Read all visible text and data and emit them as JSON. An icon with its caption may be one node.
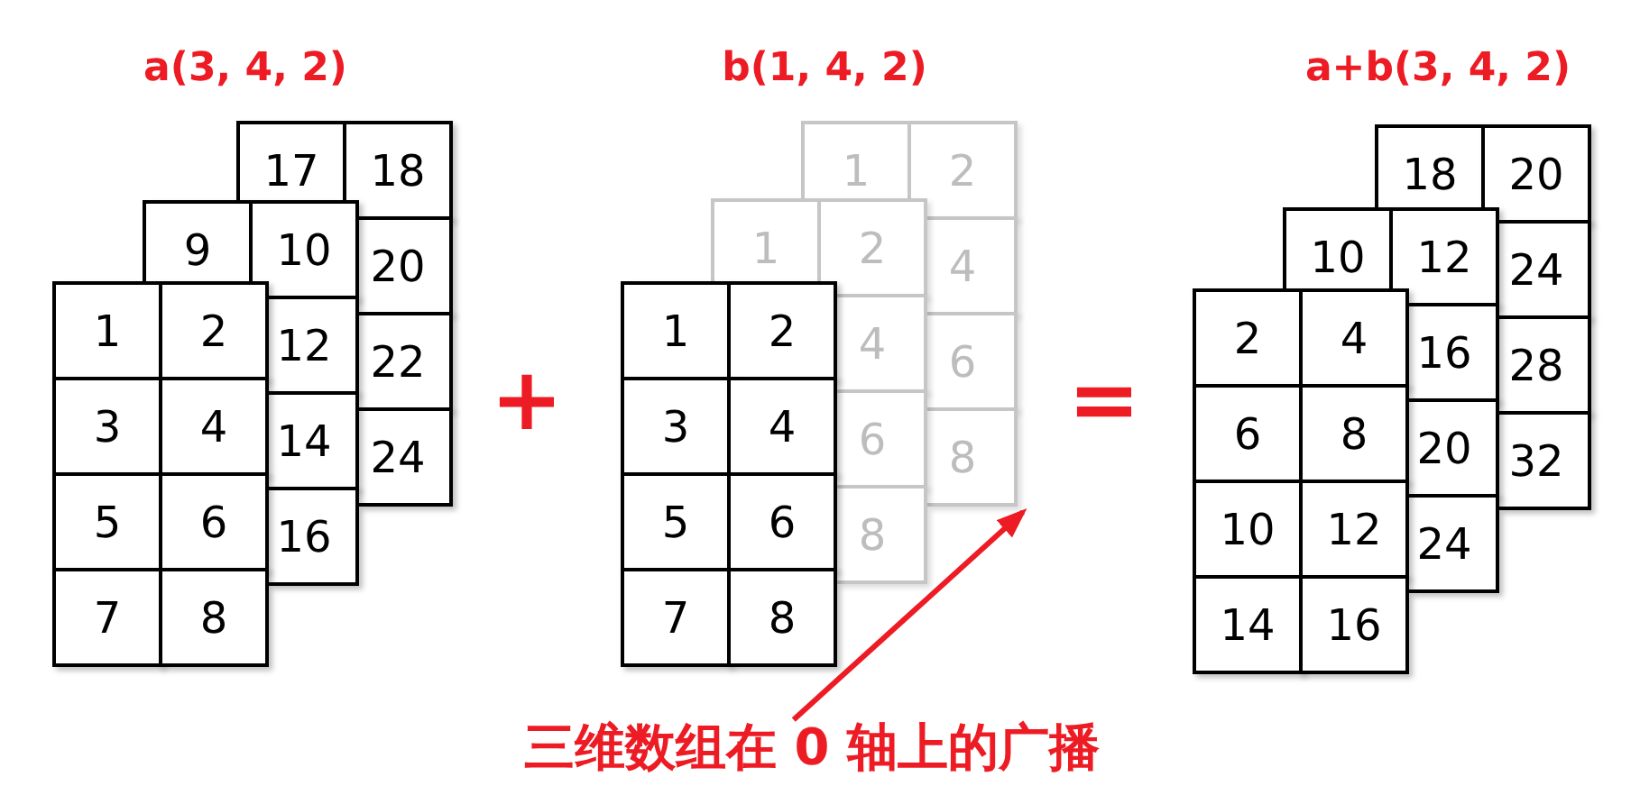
{
  "diagram": {
    "nodes": [
      {
        "text": [
          "17"
        ]
      },
      {
        "text": [
          "18"
        ]
      },
      {
        "text": [
          "20"
        ]
      },
      {
        "text": [
          "22"
        ]
      },
      {
        "text": [
          "24"
        ]
      },
      {
        "text": [
          "9"
        ]
      },
      {
        "text": [
          "10"
        ]
      },
      {
        "text": [
          "12"
        ]
      },
      {
        "text": [
          "14"
        ]
      },
      {
        "text": [
          "16"
        ]
      },
      {
        "text": [
          "1"
        ]
      },
      {
        "text": [
          "2"
        ]
      },
      {
        "text": [
          "3"
        ]
      },
      {
        "text": [
          "4"
        ]
      },
      {
        "text": [
          "5"
        ]
      },
      {
        "text": [
          "6"
        ]
      },
      {
        "text": [
          "7"
        ]
      },
      {
        "text": [
          "8"
        ]
      },
      {
        "text": [
          "1"
        ]
      },
      {
        "text": [
          "2"
        ]
      },
      {
        "text": [
          "4"
        ]
      },
      {
        "text": [
          "6"
        ]
      },
      {
        "text": [
          "8"
        ]
      },
      {
        "text": [
          "1"
        ]
      },
      {
        "text": [
          "2"
        ]
      },
      {
        "text": [
          "4"
        ]
      },
      {
        "text": [
          "6"
        ]
      },
      {
        "text": [
          "8"
        ]
      },
      {
        "text": [
          "1"
        ]
      },
      {
        "text": [
          "2"
        ]
      },
      {
        "text": [
          "3"
        ]
      },
      {
        "text": [
          "4"
        ]
      },
      {
        "text": [
          "5"
        ]
      },
      {
        "text": [
          "6"
        ]
      },
      {
        "text": [
          "7"
        ]
      },
      {
        "text": [
          "8"
        ]
      },
      {
        "text": [
          "18"
        ]
      },
      {
        "text": [
          "20"
        ]
      },
      {
        "text": [
          "24"
        ]
      },
      {
        "text": [
          "28"
        ]
      },
      {
        "text": [
          "32"
        ]
      },
      {
        "text": [
          "10"
        ]
      },
      {
        "text": [
          "12"
        ]
      },
      {
        "text": [
          "16"
        ]
      },
      {
        "text": [
          "20"
        ]
      },
      {
        "text": [
          "24"
        ]
      },
      {
        "text": [
          "2"
        ]
      },
      {
        "text": [
          "4"
        ]
      },
      {
        "text": [
          "6"
        ]
      },
      {
        "text": [
          "8"
        ]
      },
      {
        "text": [
          "10"
        ]
      },
      {
        "text": [
          "12"
        ]
      },
      {
        "text": [
          "14"
        ]
      },
      {
        "text": [
          "16"
        ]
      },
      {
        "text": [
          "三维数组在 0 轴上的广播"
        ]
      }
    ],
    "edges": [
      {
        "from": 54,
        "to": 22,
        "arrow": "to"
      }
    ],
    "labels": [
      "a(3, 4, 2)",
      "b(1, 4, 2)",
      "a+b(3, 4, 2)",
      "+",
      "="
    ]
  }
}
